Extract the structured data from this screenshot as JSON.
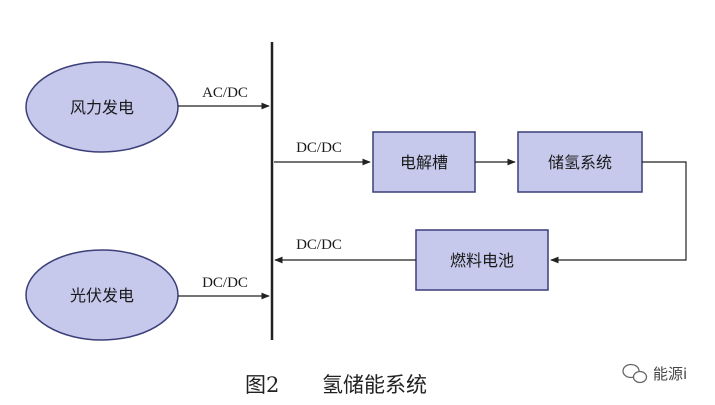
{
  "nodes": {
    "wind": "风力发电",
    "solar": "光伏发电",
    "electrolyzer": "电解槽",
    "storage": "储氢系统",
    "fuel_cell": "燃料电池"
  },
  "edges": {
    "wind_to_bus": "AC/DC",
    "bus_to_electrolyzer": "DC/DC",
    "fuel_cell_to_bus": "DC/DC",
    "solar_to_bus": "DC/DC"
  },
  "caption": {
    "figure_no": "图2",
    "title": "氢储能系统"
  },
  "watermark": "能源i",
  "colors": {
    "fill": "#c6c8ec",
    "stroke": "#3c3f78",
    "line": "#222222"
  }
}
